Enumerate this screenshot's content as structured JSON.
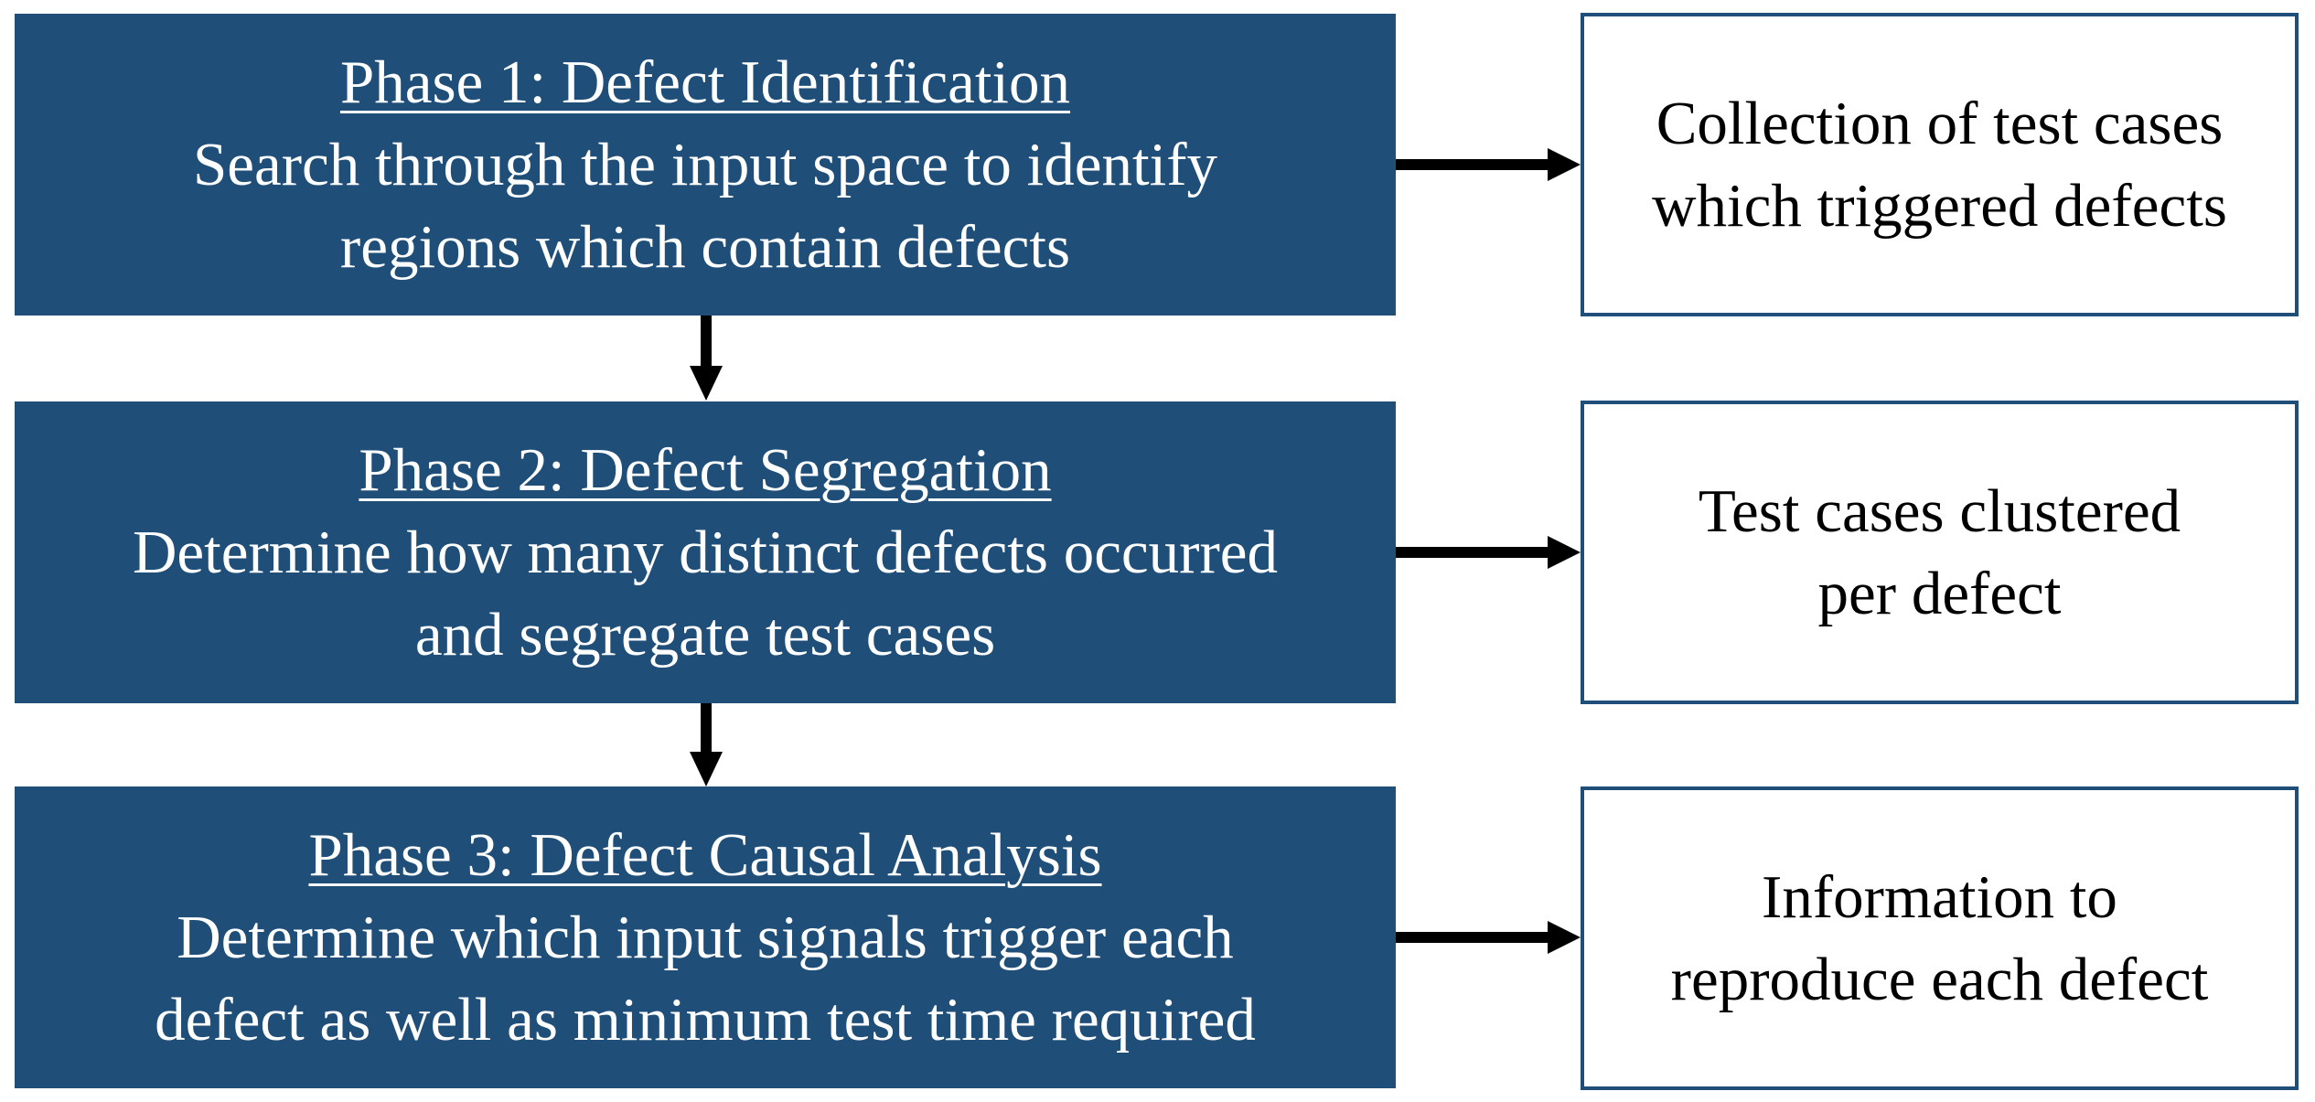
{
  "colors": {
    "phase_fill": "#1f4e79",
    "output_border": "#1f4e79",
    "arrow": "#000000"
  },
  "phases": [
    {
      "title": "Phase 1: Defect Identification",
      "lines": [
        "Search through the input space to identify",
        "regions which contain defects"
      ]
    },
    {
      "title": "Phase 2: Defect Segregation",
      "lines": [
        "Determine how many distinct defects occurred",
        "and segregate test cases"
      ]
    },
    {
      "title": "Phase 3: Defect Causal Analysis",
      "lines": [
        "Determine which input signals trigger each",
        "defect as well as minimum test time required"
      ]
    }
  ],
  "outputs": [
    {
      "lines": [
        "Collection of test cases",
        "which triggered defects"
      ]
    },
    {
      "lines": [
        "Test cases clustered",
        "per defect"
      ]
    },
    {
      "lines": [
        "Information to",
        "reproduce each defect"
      ]
    }
  ]
}
